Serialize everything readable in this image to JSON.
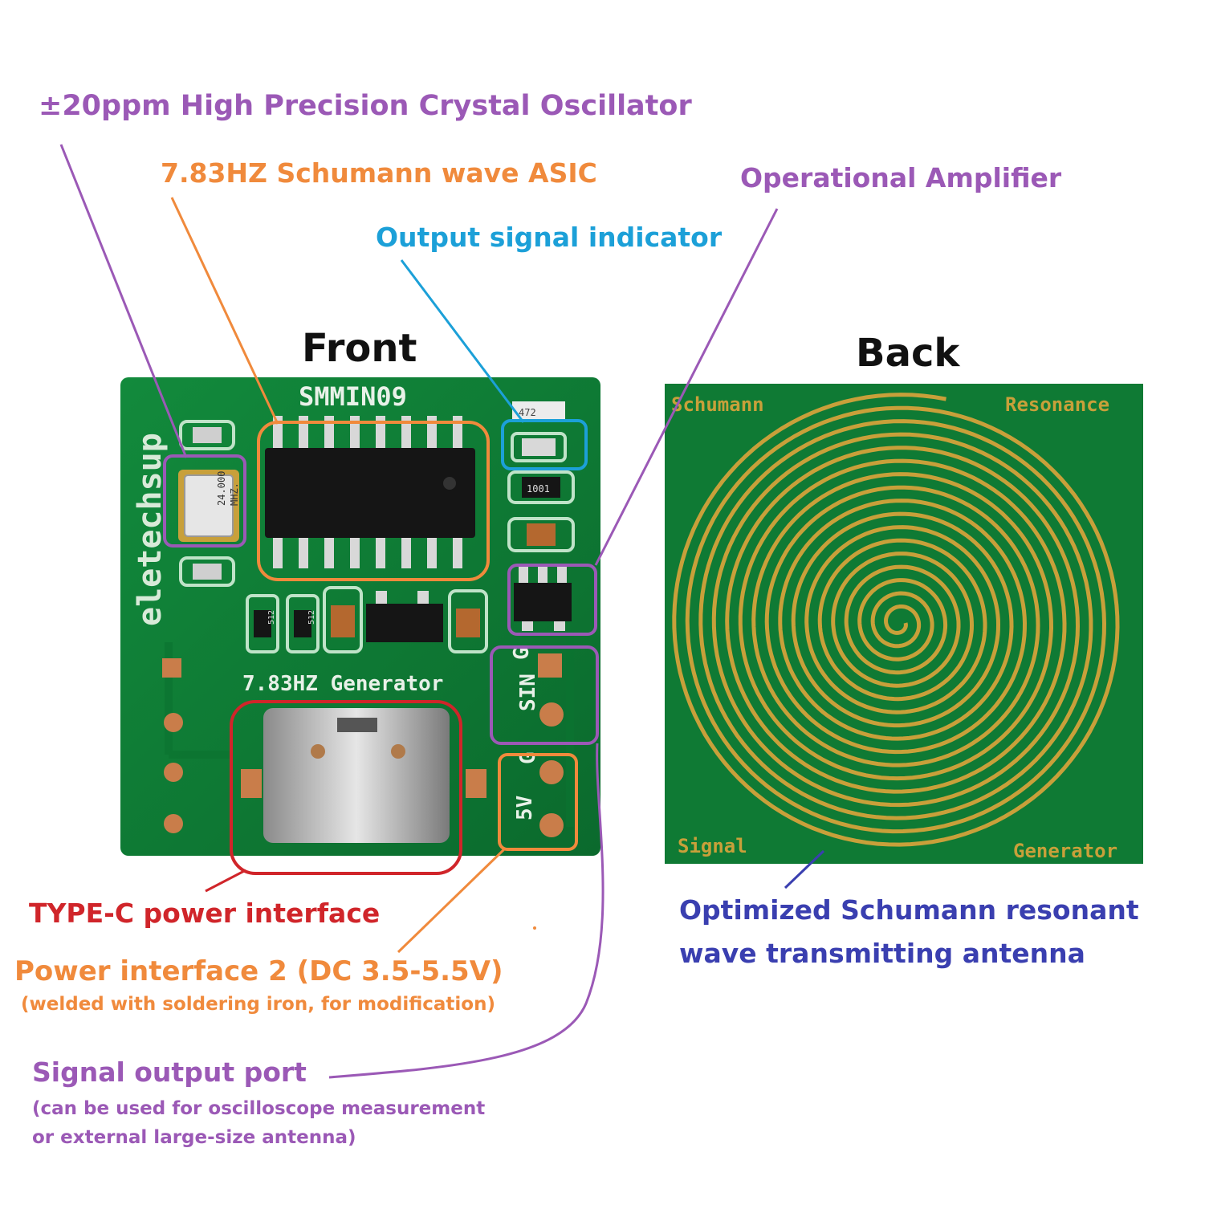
{
  "labels": {
    "crystal": "±20ppm High Precision Crystal Oscillator",
    "asic": "7.83HZ Schumann wave ASIC",
    "opamp": "Operational Amplifier",
    "indicator": "Output signal indicator",
    "front": "Front",
    "back": "Back",
    "typec": "TYPE-C power interface",
    "power2": "Power interface 2 (DC 3.5-5.5V)",
    "power2_note": "(welded with soldering iron, for modification)",
    "signal_port": "Signal output port",
    "signal_note_1": "(can be used for oscilloscope measurement",
    "signal_note_2": "or external large-size antenna)",
    "antenna_1": "Optimized Schumann resonant",
    "antenna_2": "wave transmitting antenna"
  },
  "front_board": {
    "model": "SMMIN09",
    "brand": "eletechsup",
    "title": "7.83HZ Generator",
    "crystal_mark_1": "24.000",
    "crystal_mark_2": "MHZ.",
    "res_1": "512",
    "res_2": "512",
    "res_3": "1001",
    "res_4": "472",
    "pad_g1": "G",
    "pad_sin": "SIN",
    "pad_g2": "G",
    "pad_5v": "5V"
  },
  "back_board": {
    "corner_tl": "Schumann",
    "corner_tr": "Resonance",
    "corner_bl": "Signal",
    "corner_br": "Generator"
  },
  "colors": {
    "pcb_green": "#0f7a34",
    "gold": "#c8a03a",
    "purple": "#9b59b6",
    "orange": "#f08a3c",
    "blue": "#1ca0d8",
    "red": "#d0252a",
    "navy": "#3a3fb0"
  }
}
